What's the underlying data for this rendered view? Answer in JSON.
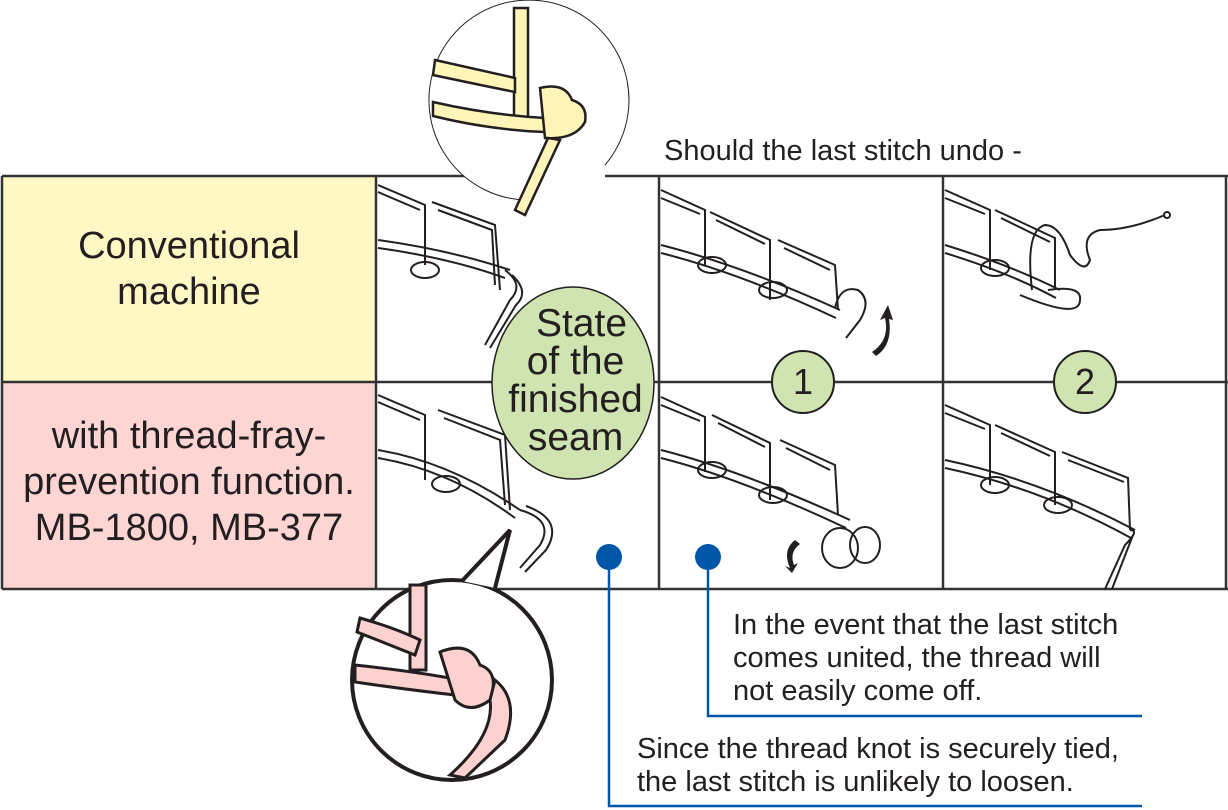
{
  "header": {
    "title": "Should the last stitch undo -"
  },
  "rows": [
    {
      "label": "Conventional machine",
      "lines": [
        "Conventional",
        "machine"
      ],
      "color": "#fff8c5"
    },
    {
      "label": "with thread-fray-prevention function. MB-1800, MB-377",
      "lines": [
        "with thread-fray-",
        "prevention function.",
        "MB-1800, MB-377"
      ],
      "color": "#fdd5d3"
    }
  ],
  "center_badge": {
    "lines": [
      "State",
      "of the",
      "finished",
      "seam"
    ],
    "color": "#cfe4b0"
  },
  "steps": [
    {
      "number": "1",
      "color": "#cfe4b0"
    },
    {
      "number": "2",
      "color": "#cfe4b0"
    }
  ],
  "callouts": [
    {
      "lines": [
        "In the event that the last stitch",
        "comes united, the thread will",
        "not easily come off."
      ]
    },
    {
      "lines": [
        "Since the thread knot is securely tied,",
        "the last stitch is unlikely to loosen."
      ]
    }
  ],
  "colors": {
    "leader_line": "#0057a8",
    "grid_line": "#333333",
    "yellow_detail": "#fff5b8",
    "pink_detail": "#fcd2d0"
  },
  "icons": {
    "arrow_up": "curved-arrow-up",
    "arrow_down": "curved-arrow-down"
  }
}
